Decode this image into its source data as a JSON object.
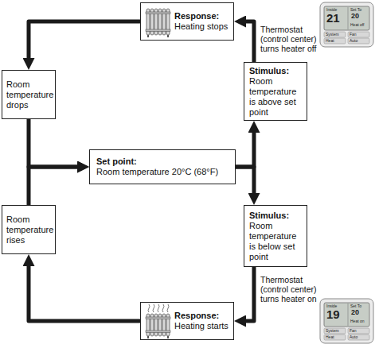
{
  "diagram": {
    "nodes": [
      {
        "text": [
          "Response:",
          "Heating stops"
        ]
      },
      {
        "text": [
          "Room temperature drops"
        ]
      },
      {
        "text": [
          "Set point:",
          "Room temperature 20°C (68°F)"
        ]
      },
      {
        "text": [
          "Stimulus:",
          "Room temperature is above set point"
        ]
      },
      {
        "text": [
          "Stimulus:",
          "Room temperature is below set point"
        ]
      },
      {
        "text": [
          "Room temperature rises"
        ]
      },
      {
        "text": [
          "Response:",
          "Heating starts"
        ]
      }
    ],
    "edges": [
      {
        "from": 2,
        "to": 3,
        "arrow": "to"
      },
      {
        "from": 3,
        "to": 0,
        "arrow": "to"
      },
      {
        "from": 0,
        "to": 1,
        "arrow": "to"
      },
      {
        "from": 1,
        "to": 2,
        "arrow": "to"
      },
      {
        "from": 2,
        "to": 4,
        "arrow": "to"
      },
      {
        "from": 4,
        "to": 6,
        "arrow": "to"
      },
      {
        "from": 6,
        "to": 5,
        "arrow": "to"
      },
      {
        "from": 5,
        "to": 2,
        "arrow": "to"
      }
    ],
    "labels": [
      "Thermostat (control center) turns heater off",
      "Inside",
      "21",
      "Set To",
      "20",
      "Heat off",
      "System",
      "Fan",
      "Heat",
      "Auto",
      "Thermostat (control center) turns heater on",
      "Inside",
      "19",
      "Set To",
      "20",
      "Heat on",
      "System",
      "Fan",
      "Heat",
      "Auto"
    ]
  }
}
